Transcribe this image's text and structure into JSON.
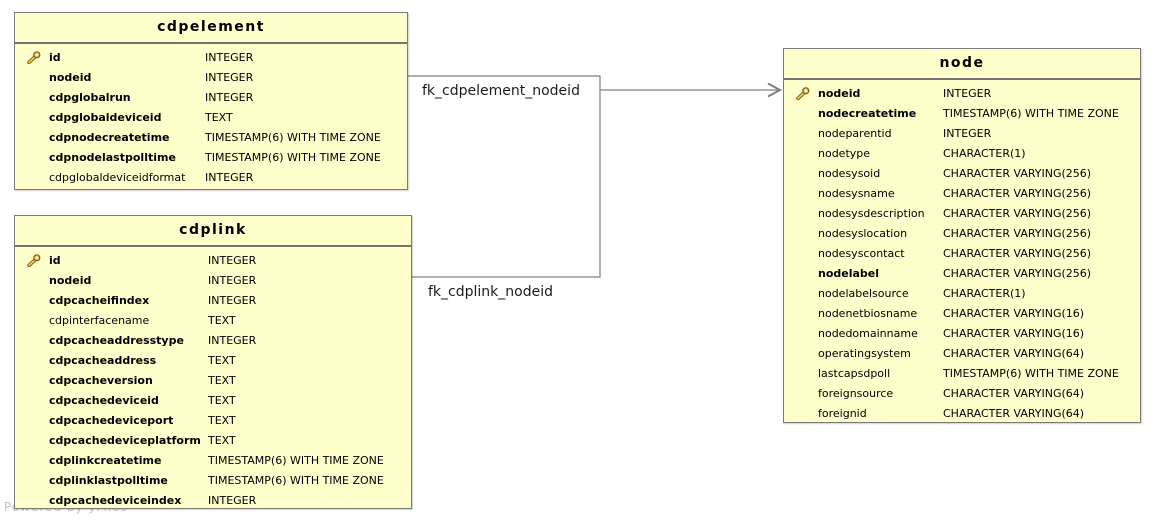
{
  "diagram": {
    "watermark": "Powered by yFiles",
    "colors": {
      "table_fill": "#FFFFCC",
      "table_border": "#7b7b7b",
      "edge": "#808080",
      "key_gold": "#eec95d",
      "key_outline": "#7a5a17"
    },
    "tables": [
      {
        "title": "cdpelement",
        "columns": [
          {
            "name": "id",
            "type": "INTEGER",
            "bold": true,
            "key": true
          },
          {
            "name": "nodeid",
            "type": "INTEGER",
            "bold": true,
            "key": false
          },
          {
            "name": "cdpglobalrun",
            "type": "INTEGER",
            "bold": true,
            "key": false
          },
          {
            "name": "cdpglobaldeviceid",
            "type": "TEXT",
            "bold": true,
            "key": false
          },
          {
            "name": "cdpnodecreatetime",
            "type": "TIMESTAMP(6) WITH TIME ZONE",
            "bold": true,
            "key": false
          },
          {
            "name": "cdpnodelastpolltime",
            "type": "TIMESTAMP(6) WITH TIME ZONE",
            "bold": true,
            "key": false
          },
          {
            "name": "cdpglobaldeviceidformat",
            "type": "INTEGER",
            "bold": false,
            "key": false
          }
        ]
      },
      {
        "title": "cdplink",
        "columns": [
          {
            "name": "id",
            "type": "INTEGER",
            "bold": true,
            "key": true
          },
          {
            "name": "nodeid",
            "type": "INTEGER",
            "bold": true,
            "key": false
          },
          {
            "name": "cdpcacheifindex",
            "type": "INTEGER",
            "bold": true,
            "key": false
          },
          {
            "name": "cdpinterfacename",
            "type": "TEXT",
            "bold": false,
            "key": false
          },
          {
            "name": "cdpcacheaddresstype",
            "type": "INTEGER",
            "bold": true,
            "key": false
          },
          {
            "name": "cdpcacheaddress",
            "type": "TEXT",
            "bold": true,
            "key": false
          },
          {
            "name": "cdpcacheversion",
            "type": "TEXT",
            "bold": true,
            "key": false
          },
          {
            "name": "cdpcachedeviceid",
            "type": "TEXT",
            "bold": true,
            "key": false
          },
          {
            "name": "cdpcachedeviceport",
            "type": "TEXT",
            "bold": true,
            "key": false
          },
          {
            "name": "cdpcachedeviceplatform",
            "type": "TEXT",
            "bold": true,
            "key": false
          },
          {
            "name": "cdplinkcreatetime",
            "type": "TIMESTAMP(6) WITH TIME ZONE",
            "bold": true,
            "key": false
          },
          {
            "name": "cdplinklastpolltime",
            "type": "TIMESTAMP(6) WITH TIME ZONE",
            "bold": true,
            "key": false
          },
          {
            "name": "cdpcachedeviceindex",
            "type": "INTEGER",
            "bold": true,
            "key": false
          }
        ]
      },
      {
        "title": "node",
        "columns": [
          {
            "name": "nodeid",
            "type": "INTEGER",
            "bold": true,
            "key": true
          },
          {
            "name": "nodecreatetime",
            "type": "TIMESTAMP(6) WITH TIME ZONE",
            "bold": true,
            "key": false
          },
          {
            "name": "nodeparentid",
            "type": "INTEGER",
            "bold": false,
            "key": false
          },
          {
            "name": "nodetype",
            "type": "CHARACTER(1)",
            "bold": false,
            "key": false
          },
          {
            "name": "nodesysoid",
            "type": "CHARACTER VARYING(256)",
            "bold": false,
            "key": false
          },
          {
            "name": "nodesysname",
            "type": "CHARACTER VARYING(256)",
            "bold": false,
            "key": false
          },
          {
            "name": "nodesysdescription",
            "type": "CHARACTER VARYING(256)",
            "bold": false,
            "key": false
          },
          {
            "name": "nodesyslocation",
            "type": "CHARACTER VARYING(256)",
            "bold": false,
            "key": false
          },
          {
            "name": "nodesyscontact",
            "type": "CHARACTER VARYING(256)",
            "bold": false,
            "key": false
          },
          {
            "name": "nodelabel",
            "type": "CHARACTER VARYING(256)",
            "bold": true,
            "key": false
          },
          {
            "name": "nodelabelsource",
            "type": "CHARACTER(1)",
            "bold": false,
            "key": false
          },
          {
            "name": "nodenetbiosname",
            "type": "CHARACTER VARYING(16)",
            "bold": false,
            "key": false
          },
          {
            "name": "nodedomainname",
            "type": "CHARACTER VARYING(16)",
            "bold": false,
            "key": false
          },
          {
            "name": "operatingsystem",
            "type": "CHARACTER VARYING(64)",
            "bold": false,
            "key": false
          },
          {
            "name": "lastcapsdpoll",
            "type": "TIMESTAMP(6) WITH TIME ZONE",
            "bold": false,
            "key": false
          },
          {
            "name": "foreignsource",
            "type": "CHARACTER VARYING(64)",
            "bold": false,
            "key": false
          },
          {
            "name": "foreignid",
            "type": "CHARACTER VARYING(64)",
            "bold": false,
            "key": false
          }
        ]
      }
    ],
    "relationships": [
      {
        "label": "fk_cdpelement_nodeid",
        "from": "cdpelement",
        "to": "node"
      },
      {
        "label": "fk_cdplink_nodeid",
        "from": "cdplink",
        "to": "node"
      }
    ]
  }
}
